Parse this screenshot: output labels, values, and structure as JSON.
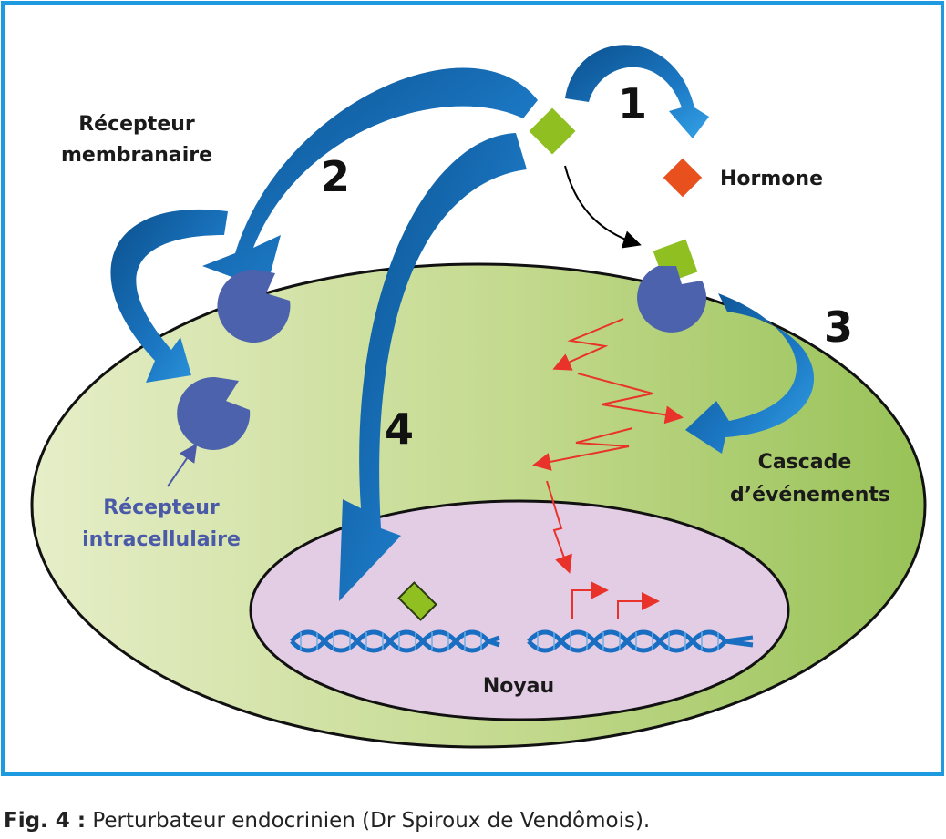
{
  "labels": {
    "membrane_receptor": [
      "Récepteur",
      "membranaire"
    ],
    "hormone": "Hormone",
    "intracellular_receptor": [
      "Récepteur",
      "intracellulaire"
    ],
    "cascade": [
      "Cascade",
      "d’événements"
    ],
    "nucleus": "Noyau"
  },
  "numbers": [
    "1",
    "2",
    "3",
    "4"
  ],
  "caption": {
    "prefix": "Fig. 4 :",
    "text": " Perturbateur endocrinien (Dr Spiroux de Vendômois)."
  },
  "colors": {
    "frame_border": "#1e9be0",
    "cell_light": "#e4ecc4",
    "cell_dark": "#9cc45a",
    "nucleus_fill": "#e2cde4",
    "receptor": "#4d62ad",
    "disruptor": "#8fbf21",
    "hormone": "#e8501e",
    "arrow_blue_dark": "#0a4f8c",
    "arrow_blue_light": "#2a8fd6",
    "signal_red": "#e8322a",
    "dna": "#1a6ec2"
  }
}
